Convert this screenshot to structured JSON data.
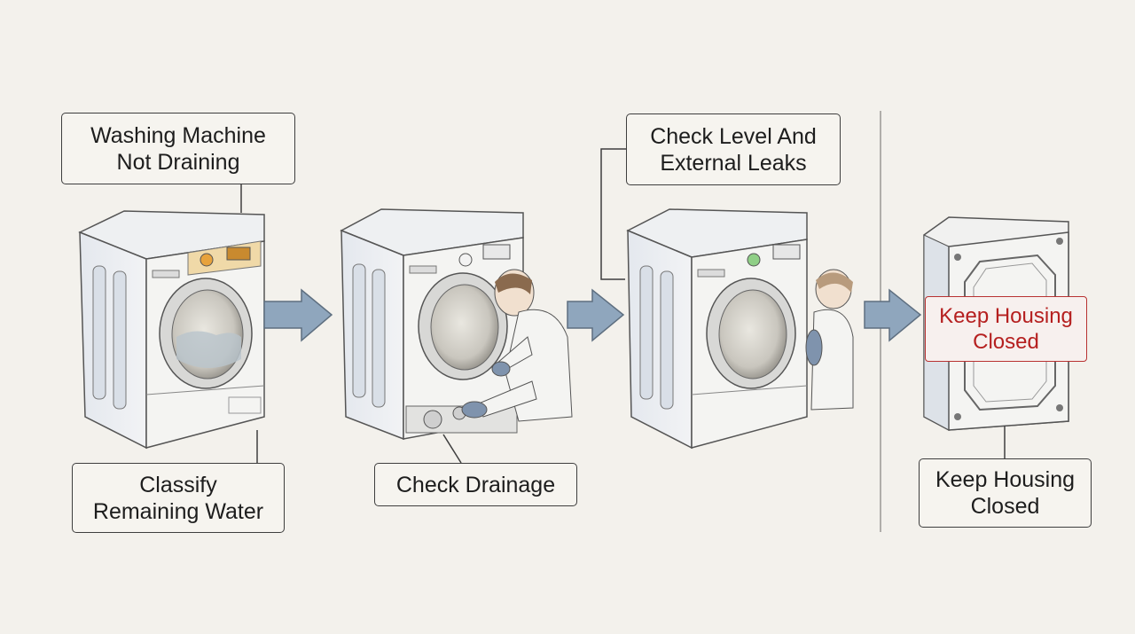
{
  "steps": [
    {
      "title_lines": [
        "Washing Machine",
        "Not Draining"
      ],
      "caption_lines": [
        "Classify",
        "Remaining Water"
      ]
    },
    {
      "caption_lines": [
        "Check Drainage"
      ]
    },
    {
      "title_lines": [
        "Check Level And",
        "External Leaks"
      ]
    },
    {
      "overlay_lines": [
        "Keep Housing",
        "Closed"
      ],
      "caption_lines": [
        "Keep Housing",
        "Closed"
      ]
    }
  ],
  "colors": {
    "background": "#f3f1ec",
    "arrow": "#8fa6bd",
    "outline": "#3e3e3e",
    "warning": "#b51f1f"
  }
}
